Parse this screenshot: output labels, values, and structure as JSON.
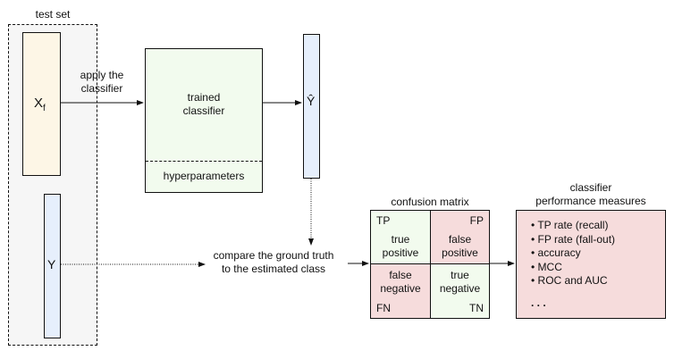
{
  "test_set": {
    "label": "test set",
    "features_symbol": "X",
    "features_subscript": "f",
    "ground_truth_symbol": "Y"
  },
  "apply_label": [
    "apply the",
    "classifier"
  ],
  "classifier": {
    "label": [
      "trained",
      "classifier"
    ],
    "hyperparameters": "hyperparameters"
  },
  "prediction_symbol": "Ŷ",
  "compare_label": [
    "compare the ground truth",
    "to the estimated class"
  ],
  "confusion_matrix": {
    "title": "confusion matrix",
    "cells": [
      {
        "abbr": "TP",
        "label": [
          "true",
          "positive"
        ],
        "color": "#f2fbee"
      },
      {
        "abbr": "FP",
        "label": [
          "false",
          "positive"
        ],
        "color": "#f6dcdc"
      },
      {
        "abbr": "FN",
        "label": [
          "false",
          "negative"
        ],
        "color": "#f6dcdc"
      },
      {
        "abbr": "TN",
        "label": [
          "true",
          "negative"
        ],
        "color": "#f2fbee"
      }
    ]
  },
  "measures": {
    "title": [
      "classifier",
      "performance measures"
    ],
    "items": [
      "TP rate (recall)",
      "FP rate (fall-out)",
      "accuracy",
      "MCC",
      "ROC and AUC"
    ],
    "more": ". . ."
  },
  "colors": {
    "test_set_bg": "#f6f6f6",
    "features_bg": "#fdf6e6",
    "vector_bg": "#e6effc",
    "classifier_bg": "#f2fbee",
    "measures_bg": "#f6dcdc"
  }
}
